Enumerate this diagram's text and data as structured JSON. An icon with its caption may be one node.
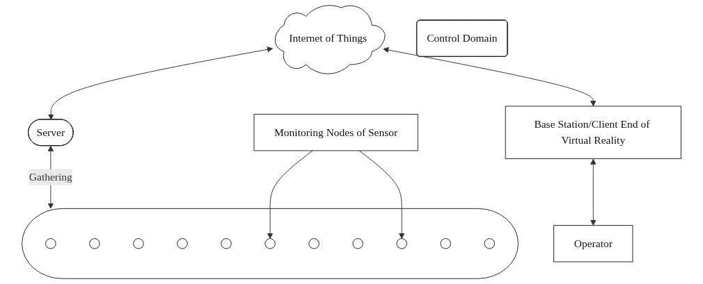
{
  "diagram": {
    "nodes": [
      {
        "text": [
          "Internet of Things"
        ]
      },
      {
        "text": [
          "Server"
        ]
      },
      {
        "text": [
          "Control Domain"
        ]
      },
      {
        "text": [],
        "shape": "cloud"
      },
      {
        "text": [],
        "shape": "circle",
        "in": 3
      },
      {
        "text": [],
        "shape": "circle",
        "in": 3
      },
      {
        "text": [],
        "shape": "circle",
        "in": 3
      },
      {
        "text": [],
        "shape": "circle",
        "in": 3
      },
      {
        "text": [],
        "shape": "circle",
        "in": 3
      },
      {
        "text": [],
        "shape": "circle",
        "in": 3
      },
      {
        "text": [],
        "shape": "circle",
        "in": 3
      },
      {
        "text": [],
        "shape": "circle",
        "in": 3
      },
      {
        "text": [],
        "shape": "circle",
        "in": 3
      },
      {
        "text": [],
        "shape": "circle",
        "in": 3
      },
      {
        "text": [],
        "shape": "circle",
        "in": 3
      },
      {
        "text": [
          "Base Station/Client End of Virtual Reality"
        ]
      },
      {
        "text": [
          "Monitoring Nodes of Sensor"
        ]
      },
      {
        "text": [
          "Operator"
        ]
      }
    ],
    "edges": [
      {
        "from": 0,
        "to": 1,
        "arrow": "both"
      },
      {
        "from": 1,
        "to": 3,
        "arrow": "both",
        "label": "Gathering"
      },
      {
        "from": 0,
        "to": 15,
        "arrow": "both"
      },
      {
        "from": 15,
        "to": 17,
        "arrow": "both"
      },
      {
        "from": 16,
        "to": 9,
        "arrow": "to"
      },
      {
        "from": 16,
        "to": 12,
        "arrow": "to"
      }
    ]
  }
}
